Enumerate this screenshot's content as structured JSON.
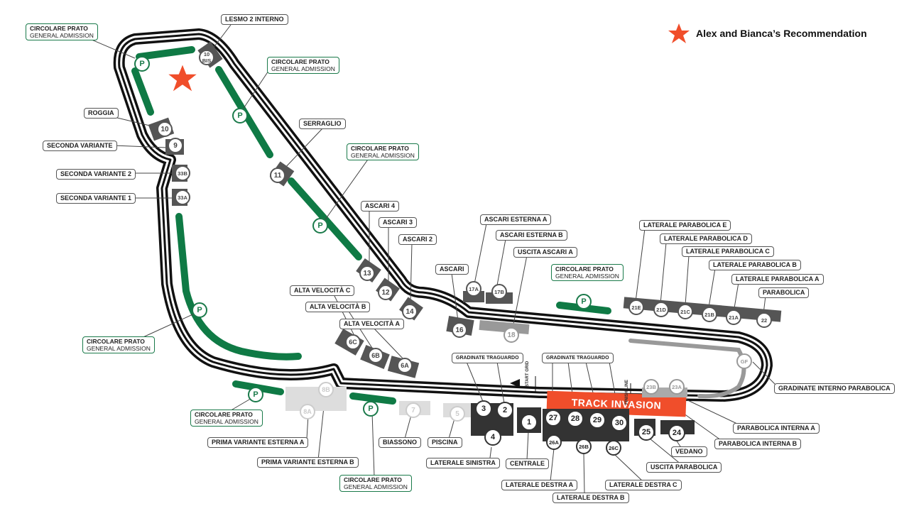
{
  "legend": {
    "text": "Alex and Bianca’s Recommendation",
    "icon": "star-icon",
    "color": "#f04e2b"
  },
  "track_invasion": "TRACK INVASION",
  "start_grid": "START GRID",
  "finish_line": "FINISH LINE",
  "prato": {
    "title": "CIRCOLARE PRATO",
    "sub": "GENERAL ADMISSION"
  },
  "parking_letter": "P",
  "stands": {
    "lesmo": "LESMO 2 INTERNO",
    "roggia": "ROGGIA",
    "seconda_variante": "SECONDA VARIANTE",
    "seconda_variante_2": "SECONDA VARIANTE 2",
    "seconda_variante_1": "SECONDA VARIANTE 1",
    "serraglio": "SERRAGLIO",
    "ascari4": "ASCARI 4",
    "ascari3": "ASCARI 3",
    "ascari2": "ASCARI 2",
    "ascari": "ASCARI",
    "ascari_est_a": "ASCARI ESTERNA A",
    "ascari_est_b": "ASCARI ESTERNA B",
    "uscita_ascari_a": "USCITA ASCARI A",
    "alta_c": "ALTA VELOCITÀ C",
    "alta_b": "ALTA VELOCITÀ B",
    "alta_a": "ALTA VELOCITÀ A",
    "lat_par_e": "LATERALE PARABOLICA E",
    "lat_par_d": "LATERALE PARABOLICA D",
    "lat_par_c": "LATERALE PARABOLICA C",
    "lat_par_b": "LATERALE PARABOLICA B",
    "lat_par_a": "LATERALE PARABOLICA A",
    "parabolica": "PARABOLICA",
    "grad_trag_1": "GRADINATE TRAGUARDO",
    "grad_trag_2": "GRADINATE TRAGUARDO",
    "grad_int_par": "GRADINATE INTERNO PARABOLICA",
    "par_int_a": "PARABOLICA INTERNA A",
    "par_int_b": "PARABOLICA INTERNA B",
    "prima_var_a": "PRIMA VARIANTE ESTERNA A",
    "prima_var_b": "PRIMA VARIANTE ESTERNA B",
    "biassono": "BIASSONO",
    "piscina": "PISCINA",
    "lat_sinistra": "LATERALE SINISTRA",
    "centrale": "CENTRALE",
    "lat_destra_a": "LATERALE DESTRA A",
    "lat_destra_b": "LATERALE DESTRA B",
    "lat_destra_c": "LATERALE DESTRA C",
    "uscita_parabolica": "USCITA PARABOLICA",
    "vedano": "VEDANO"
  },
  "numbers": {
    "n10bis": "10 BIS",
    "n10": "10",
    "n9": "9",
    "n33b": "33B",
    "n33a": "33A",
    "n11": "11",
    "n13": "13",
    "n12": "12",
    "n14": "14",
    "n17a": "17A",
    "n17b": "17B",
    "n16": "16",
    "n18": "18",
    "n6c": "6C",
    "n6b": "6B",
    "n6a": "6A",
    "n21e": "21E",
    "n21d": "21D",
    "n21c": "21C",
    "n21b": "21B",
    "n21a": "21A",
    "n22": "22",
    "ngf": "GF",
    "n23b": "23B",
    "n23a": "23A",
    "n8b": "8B",
    "n8a": "8A",
    "n7": "7",
    "n5": "5",
    "n3": "3",
    "n2": "2",
    "n4": "4",
    "n1": "1",
    "n27": "27",
    "n28": "28",
    "n29": "29",
    "n30": "30",
    "n26a": "26A",
    "n26b": "26B",
    "n26c": "26C",
    "n25": "25",
    "n24": "24"
  }
}
